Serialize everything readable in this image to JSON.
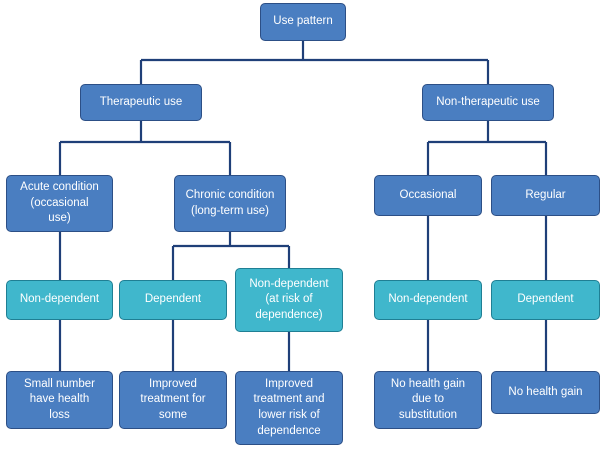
{
  "nodes": {
    "root": "Use pattern",
    "therapeutic": "Therapeutic use",
    "non_therapeutic": "Non-therapeutic use",
    "acute": "Acute condition\n(occasional\nuse)",
    "chronic": "Chronic condition\n(long-term use)",
    "occasional": "Occasional",
    "regular": "Regular",
    "acute_nondep": "Non-dependent",
    "chronic_dep": "Dependent",
    "chronic_nondep": "Non-dependent\n(at risk of\ndependence)",
    "occ_nondep": "Non-dependent",
    "reg_dep": "Dependent",
    "acute_outcome": "Small number\nhave health\nloss",
    "chronic_dep_outcome": "Improved\ntreatment for\nsome",
    "chronic_nondep_outcome": "Improved\ntreatment and\nlower risk of\ndependence",
    "occ_outcome": "No health gain\ndue to\nsubstitution",
    "reg_outcome": "No health gain"
  },
  "colors": {
    "blue_fill": "#4a7ec1",
    "teal_fill": "#40b7cc",
    "connector": "#1f3f78"
  }
}
